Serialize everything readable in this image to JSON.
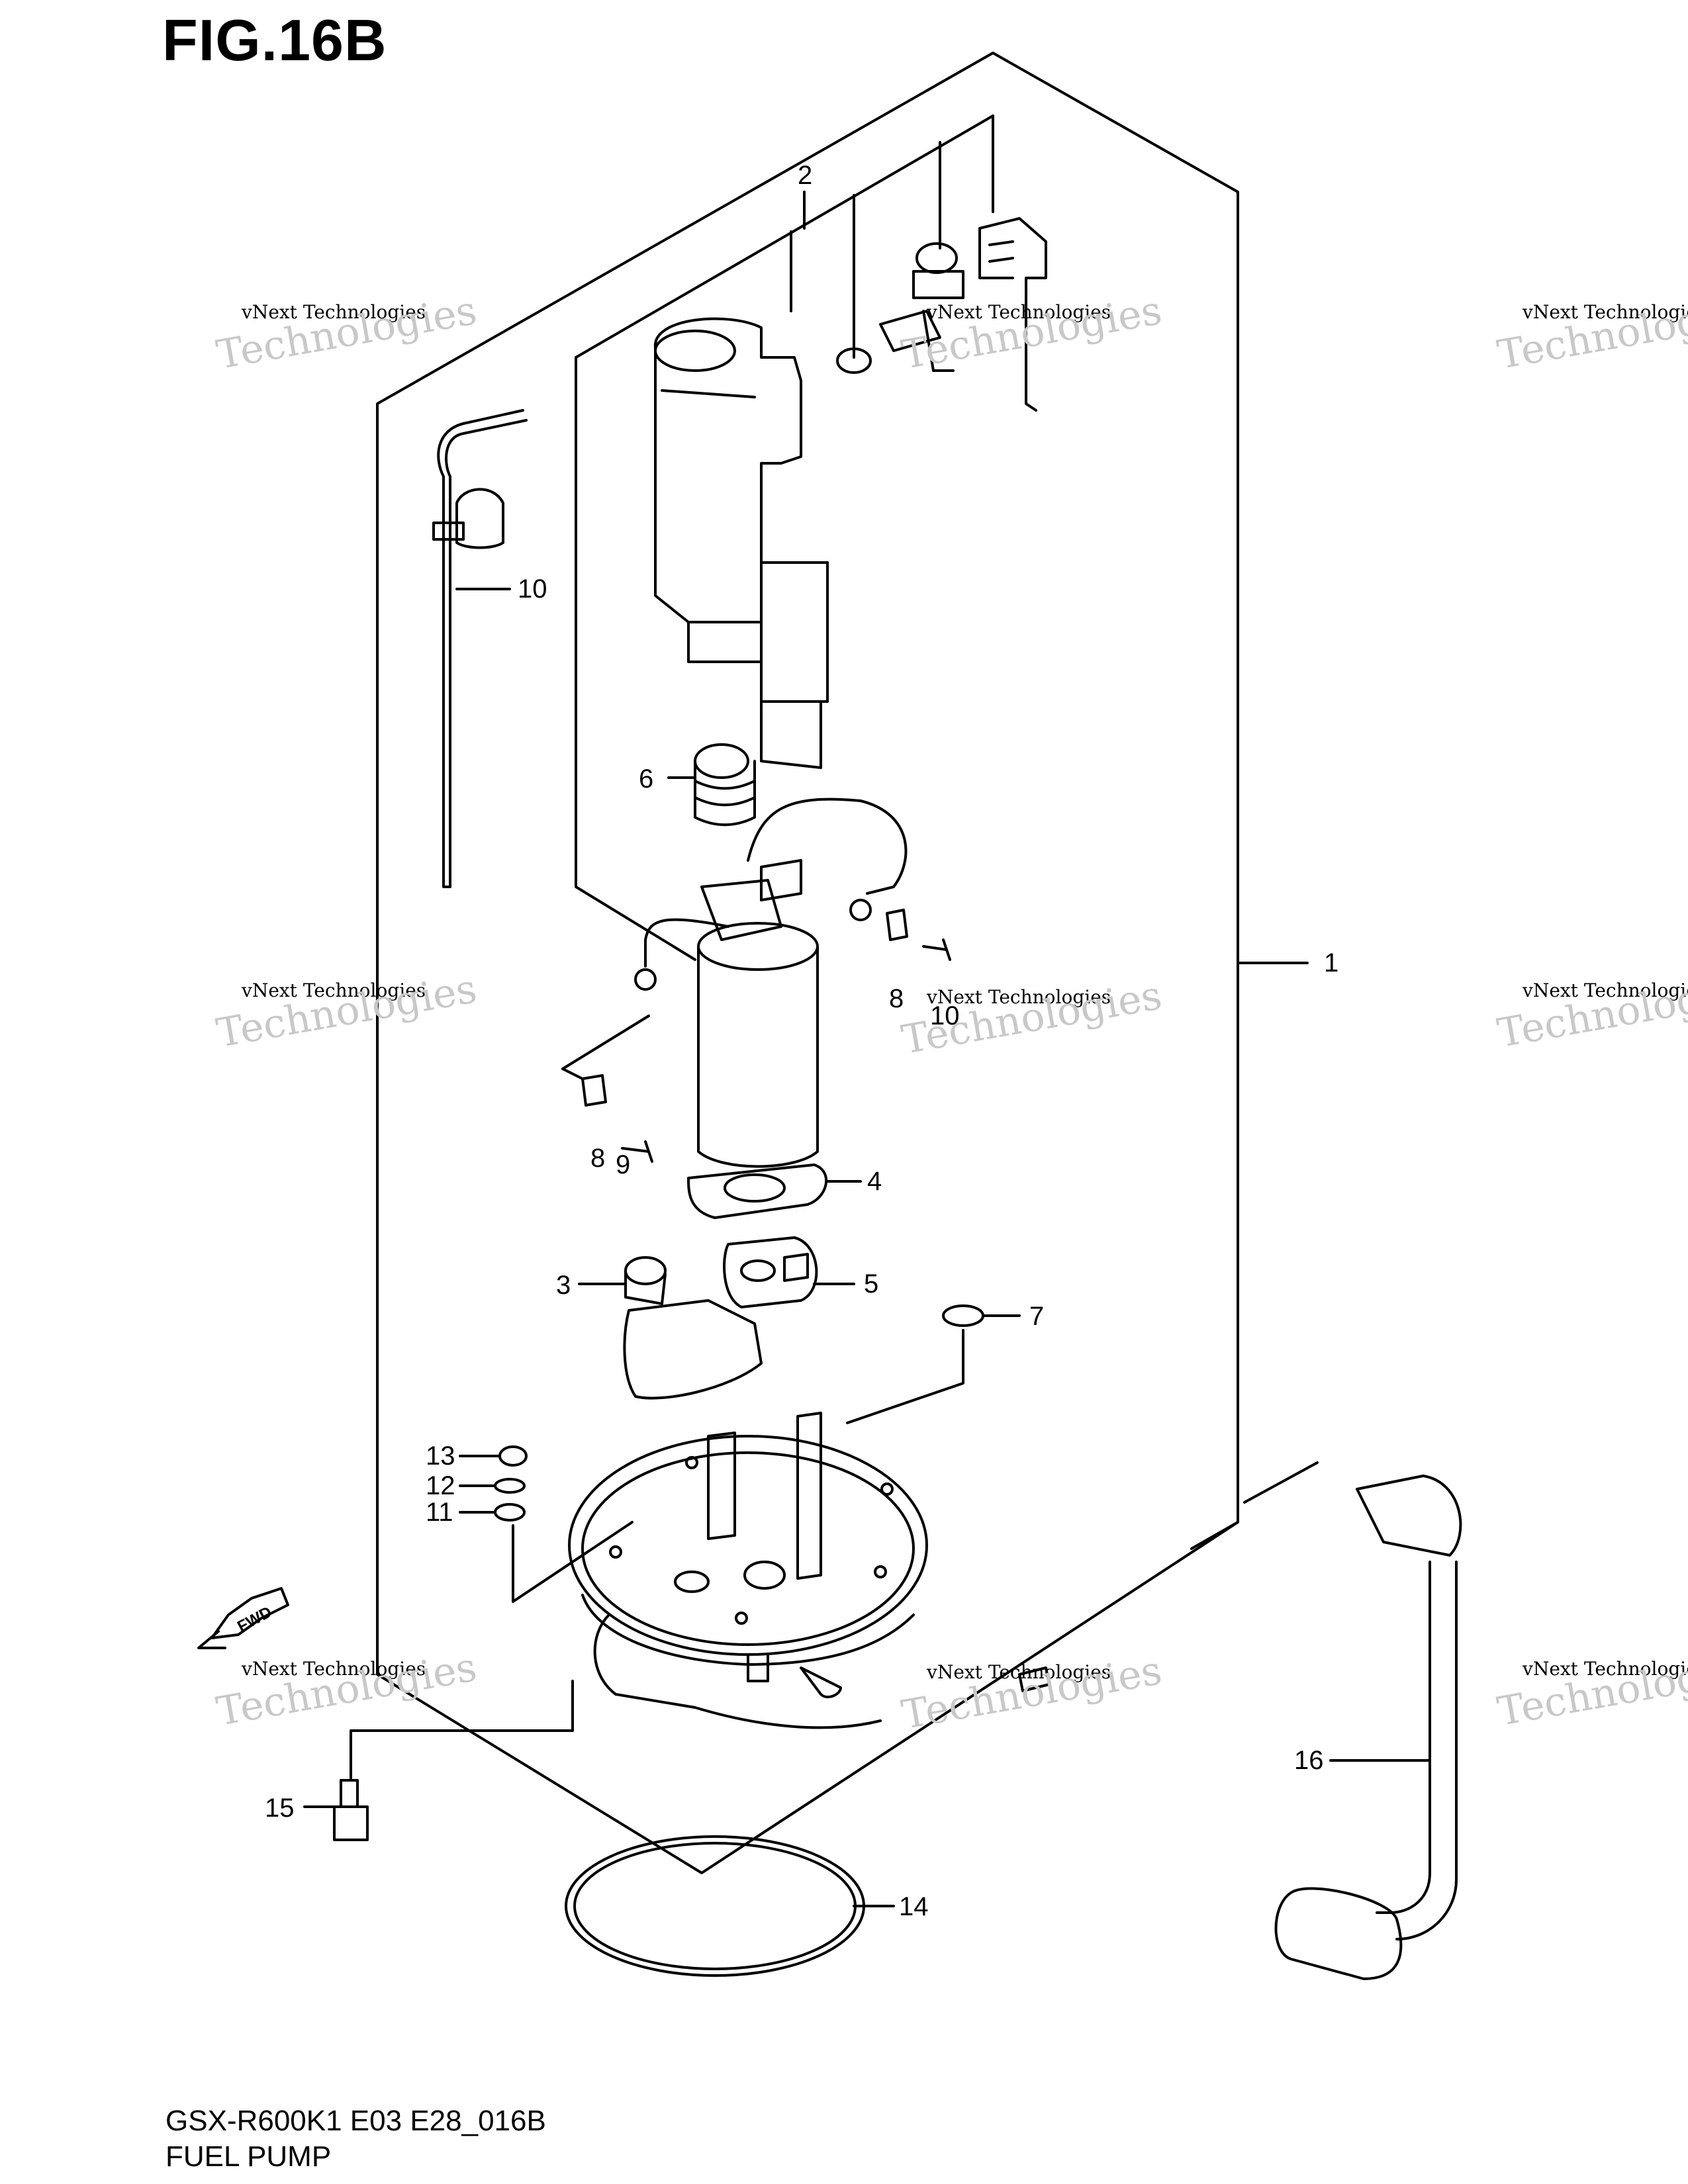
{
  "figure": {
    "title": "FIG.16B",
    "code": "GSX-R600K1 E03 E28_016B",
    "name": "FUEL PUMP",
    "fwd_mark": "FWD"
  },
  "watermark": {
    "line1": "vNext Technologies",
    "line2": "Technologies"
  },
  "callouts": [
    "1",
    "2",
    "3",
    "4",
    "5",
    "6",
    "7",
    "8",
    "8",
    "9",
    "10",
    "10",
    "11",
    "12",
    "13",
    "14",
    "15",
    "16"
  ]
}
